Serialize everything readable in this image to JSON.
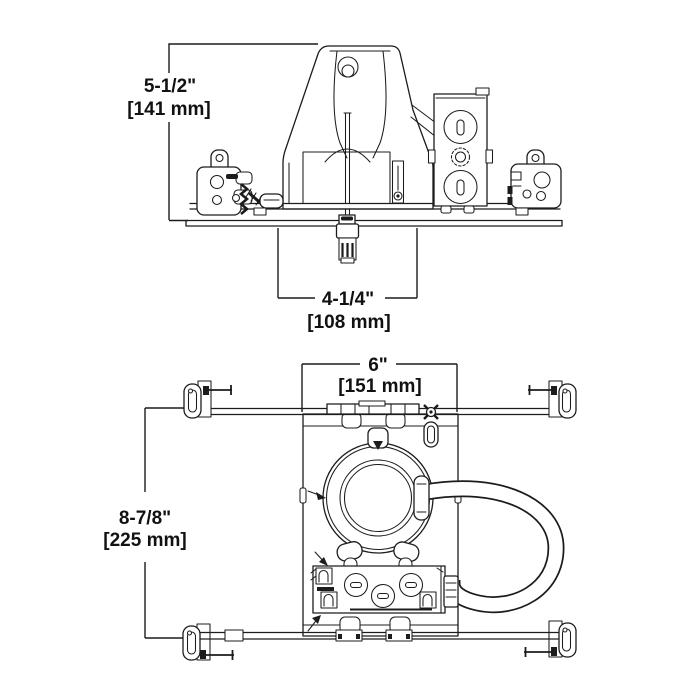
{
  "figure": {
    "kind": "technical installation drawing",
    "subject": "recessed downlight housing - side elevation and plan view",
    "background_color": "#ffffff",
    "line_color": "#1c1c1c"
  },
  "views": {
    "side_elevation": {
      "label": "side-elevation-view",
      "dimensions": {
        "height": {
          "imperial": "5-1/2\"",
          "metric": "[141 mm]"
        },
        "width": {
          "imperial": "4-1/4\"",
          "metric": "[108 mm]"
        }
      }
    },
    "plan": {
      "label": "plan-view",
      "dimensions": {
        "width": {
          "imperial": "6\"",
          "metric": "[151 mm]"
        },
        "height": {
          "imperial": "8-7/8\"",
          "metric": "[225 mm]"
        }
      }
    }
  }
}
